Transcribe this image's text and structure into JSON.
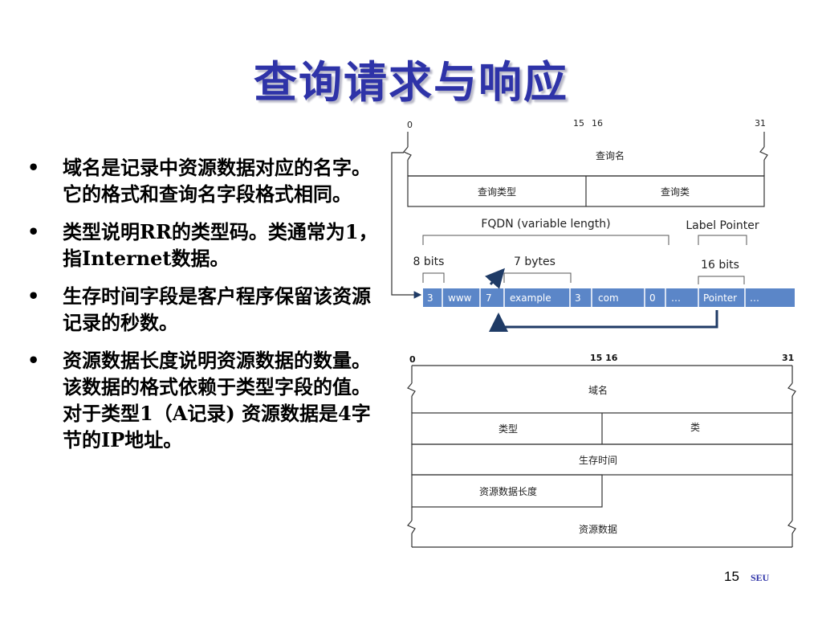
{
  "title": "查询请求与响应",
  "bullets": [
    "域名是记录中资源数据对应的名字。它的格式和查询名字段格式相同。",
    "类型说明RR的类型码。类通常为1，指Internet数据。",
    "生存时间字段是客户程序保留该资源记录的秒数。",
    "资源数据长度说明资源数据的数量。该数据的格式依赖于类型字段的值。对于类型1（A记录) 资源数据是4字节的IP地址。"
  ],
  "bullet_symbol": "•",
  "question_format": {
    "bit_labels": [
      "0",
      "15",
      "16",
      "31"
    ],
    "fields": [
      "查询名",
      "查询类型",
      "查询类"
    ]
  },
  "fqdn": {
    "brace_labels": [
      "FQDN (variable length)",
      "Label Pointer",
      "8 bits",
      "7 bytes",
      "16 bits"
    ],
    "cells": [
      "3",
      "www",
      "7",
      "example",
      "3",
      "com",
      "0",
      "…",
      "Pointer",
      "…"
    ],
    "cell_color": "#5b86c8"
  },
  "rr_format": {
    "bit_labels": [
      "0",
      "15 16",
      "31"
    ],
    "fields": [
      "域名",
      "类型",
      "类",
      "生存时间",
      "资源数据长度",
      "资源数据"
    ]
  },
  "footer": {
    "page": "15",
    "logo": "SEU"
  },
  "colors": {
    "title": "#2e33a8",
    "arrow": "#1f3b66"
  }
}
